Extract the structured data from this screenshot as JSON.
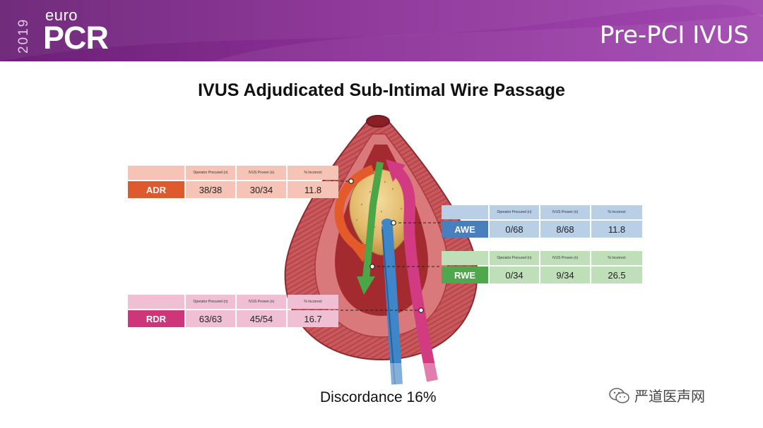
{
  "header": {
    "year": "2019",
    "logo_euro": "euro",
    "logo_pcr": "PCR",
    "slide_title": "Pre-PCI IVUS"
  },
  "title": "IVUS Adjudicated Sub-Intimal Wire Passage",
  "tables": {
    "adr": {
      "label": "ADR",
      "color": "#de5a2e",
      "light": "#f5c4b6",
      "headers": [
        "Operator Procured (n)",
        "IVUS Proven (n)",
        "% Incorrect"
      ],
      "values": [
        "38/38",
        "30/34",
        "11.8"
      ]
    },
    "awe": {
      "label": "AWE",
      "color": "#4a7fbf",
      "light": "#b9cfe6",
      "headers": [
        "Operator Procured (n)",
        "IVUS Proven (n)",
        "% Incorrect"
      ],
      "values": [
        "0/68",
        "8/68",
        "11.8"
      ]
    },
    "rwe": {
      "label": "RWE",
      "color": "#4fa84b",
      "light": "#bfdfb8",
      "headers": [
        "Operator Procured (n)",
        "IVUS Proven (n)",
        "% Incorrect"
      ],
      "values": [
        "0/34",
        "9/34",
        "26.5"
      ]
    },
    "rdr": {
      "label": "RDR",
      "color": "#cf3579",
      "light": "#f0bfd4",
      "headers": [
        "Operator Procured (n)",
        "IVUS Proven (n)",
        "% Incorrect"
      ],
      "values": [
        "63/63",
        "45/54",
        "16.7"
      ]
    }
  },
  "caption": "Discordance 16%",
  "watermark": "严道医声网"
}
